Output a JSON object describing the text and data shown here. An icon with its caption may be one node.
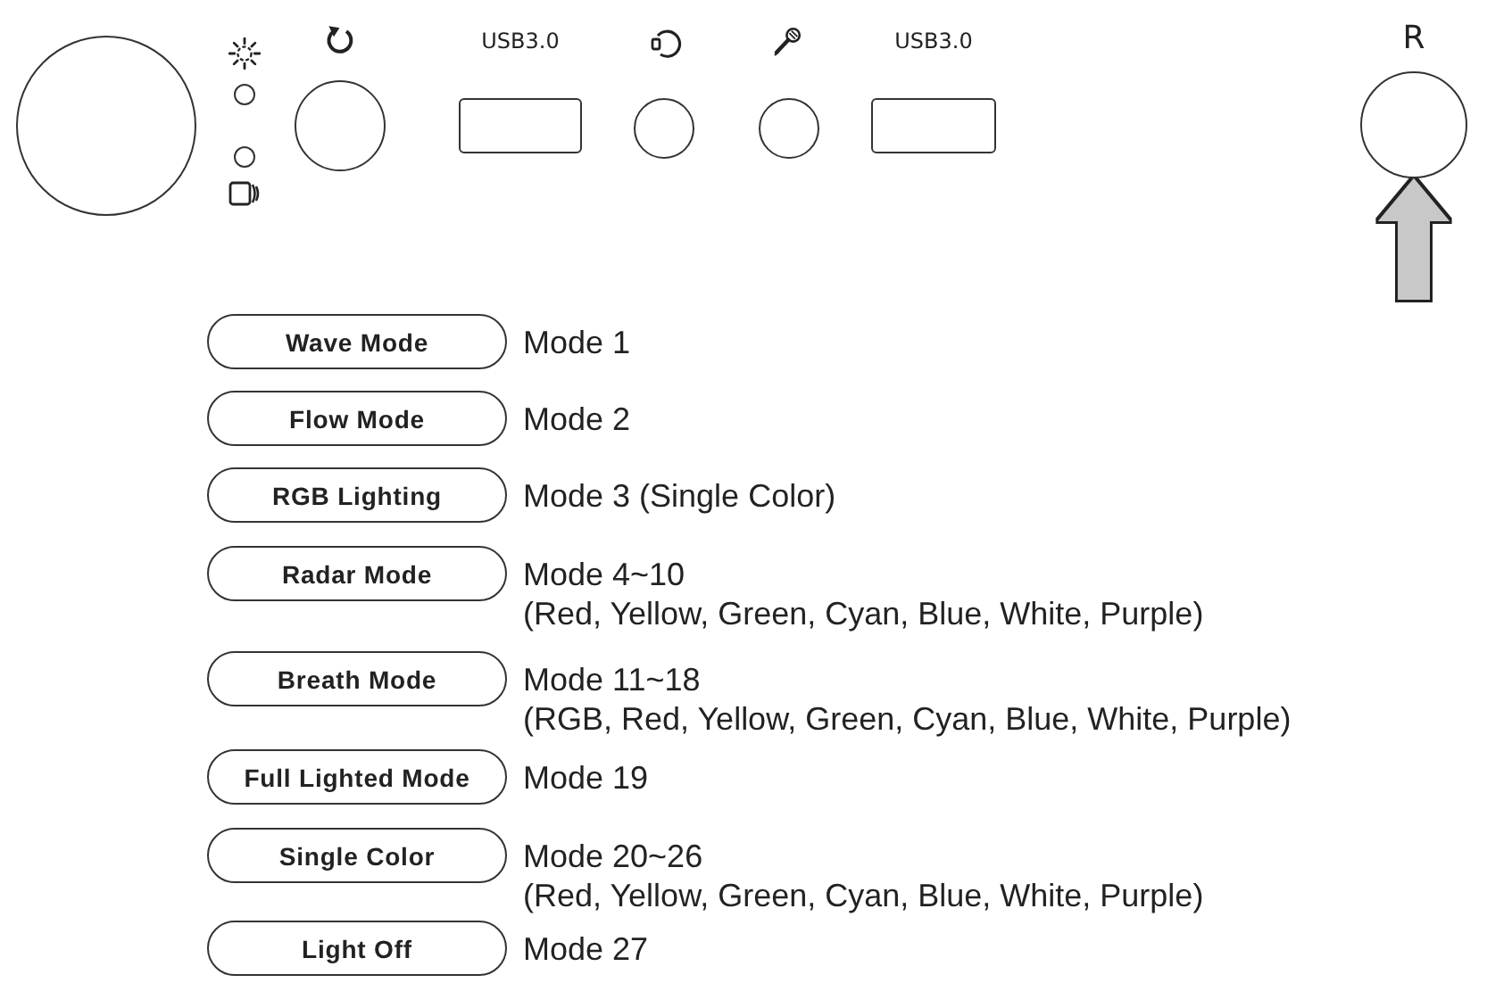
{
  "diagram": {
    "nodes": [
      {
        "text": [],
        "shape": "circle"
      },
      {
        "text": [],
        "shape": "circle"
      },
      {
        "text": [],
        "shape": "circle"
      },
      {
        "text": [],
        "shape": "circle"
      },
      {
        "text": [
          "USB3.0"
        ]
      },
      {
        "text": [],
        "shape": "circle"
      },
      {
        "text": [],
        "shape": "circle"
      },
      {
        "text": [
          "USB3.0"
        ]
      },
      {
        "text": [
          "R"
        ]
      },
      {
        "text": [
          "Wave Mode"
        ],
        "beside": [
          "Mode 1"
        ]
      },
      {
        "text": [
          "Flow Mode"
        ],
        "beside": [
          "Mode 2"
        ]
      },
      {
        "text": [
          "RGB Lighting"
        ],
        "beside": [
          "Mode 3 (Single Color)"
        ]
      },
      {
        "text": [
          "Radar Mode"
        ],
        "beside": [
          "Mode 4~10",
          "(Red, Yellow, Green, Cyan, Blue, White, Purple)"
        ]
      },
      {
        "text": [
          "Breath Mode"
        ],
        "beside": [
          "Mode 11~18",
          "(RGB, Red, Yellow, Green, Cyan, Blue, White, Purple)"
        ]
      },
      {
        "text": [
          "Full Lighted Mode"
        ],
        "beside": [
          "Mode 19"
        ]
      },
      {
        "text": [
          "Single Color"
        ],
        "beside": [
          "Mode 20~26",
          "(Red, Yellow, Green, Cyan, Blue, White, Purple)"
        ]
      },
      {
        "text": [
          "Light Off"
        ],
        "beside": [
          "Mode 27"
        ]
      }
    ],
    "edges": [
      {
        "from": null,
        "to": 8,
        "arrow": "to"
      }
    ]
  }
}
